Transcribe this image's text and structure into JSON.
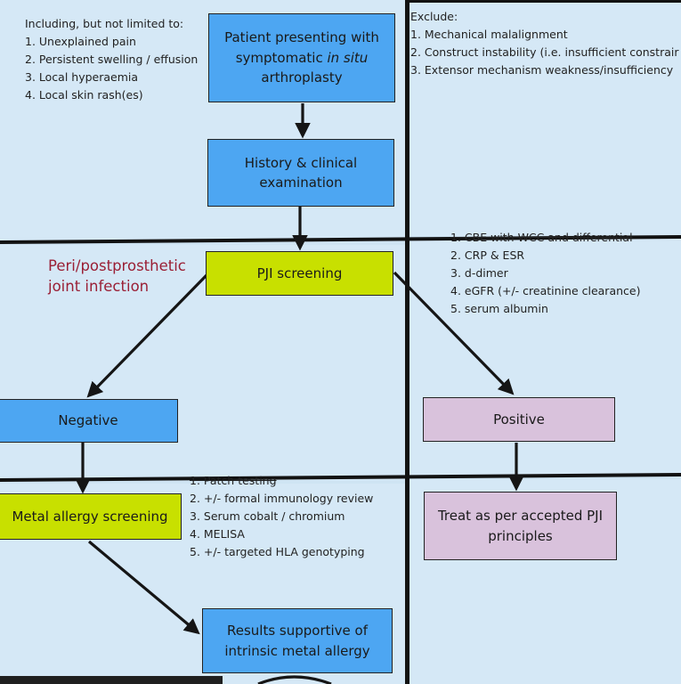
{
  "boxes": {
    "patient": {
      "line1": "Patient presenting with",
      "line2_pre": "symptomatic ",
      "line2_em": "in situ",
      "line3": "arthroplasty"
    },
    "history": {
      "line1": "History & clinical",
      "line2": "examination"
    },
    "pji_screening": "PJI screening",
    "negative": "Negative",
    "positive": "Positive",
    "metal_screening": "Metal allergy screening",
    "treat": {
      "line1": "Treat as per accepted PJI",
      "line2": "principles"
    },
    "results": {
      "line1": "Results supportive of",
      "line2": "intrinsic metal allergy"
    }
  },
  "notes": {
    "including": {
      "title": "Including, but not limited to:",
      "items": [
        "1. Unexplained pain",
        "2. Persistent swelling / effusion",
        "3. Local hyperaemia",
        "4. Local skin rash(es)"
      ]
    },
    "exclude": {
      "title": "Exclude:",
      "items": [
        "1. Mechanical malalignment",
        "2. Construct instability (i.e. insufficient constrair",
        "3. Extensor mechanism weakness/insufficiency"
      ]
    },
    "pji_tests": {
      "items": [
        "1. CBE with WCC and differential",
        "2. CRP & ESR",
        "3. d-dimer",
        "4. eGFR (+/- creatinine clearance)",
        "5. serum albumin"
      ]
    },
    "metal_tests": {
      "items": [
        "1. Patch testing",
        "2. +/- formal immunology review",
        "3. Serum cobalt / chromium",
        "4. MELISA",
        "5. +/- targeted HLA genotyping"
      ]
    }
  },
  "handwritten_label": {
    "line1": "Peri/postprosthetic",
    "line2": "joint infection"
  },
  "colors": {
    "blue_box": "#4da6f2",
    "yellow_box": "#c8e000",
    "purple_box": "#d9c2dc",
    "label_red": "#9a1f35"
  }
}
